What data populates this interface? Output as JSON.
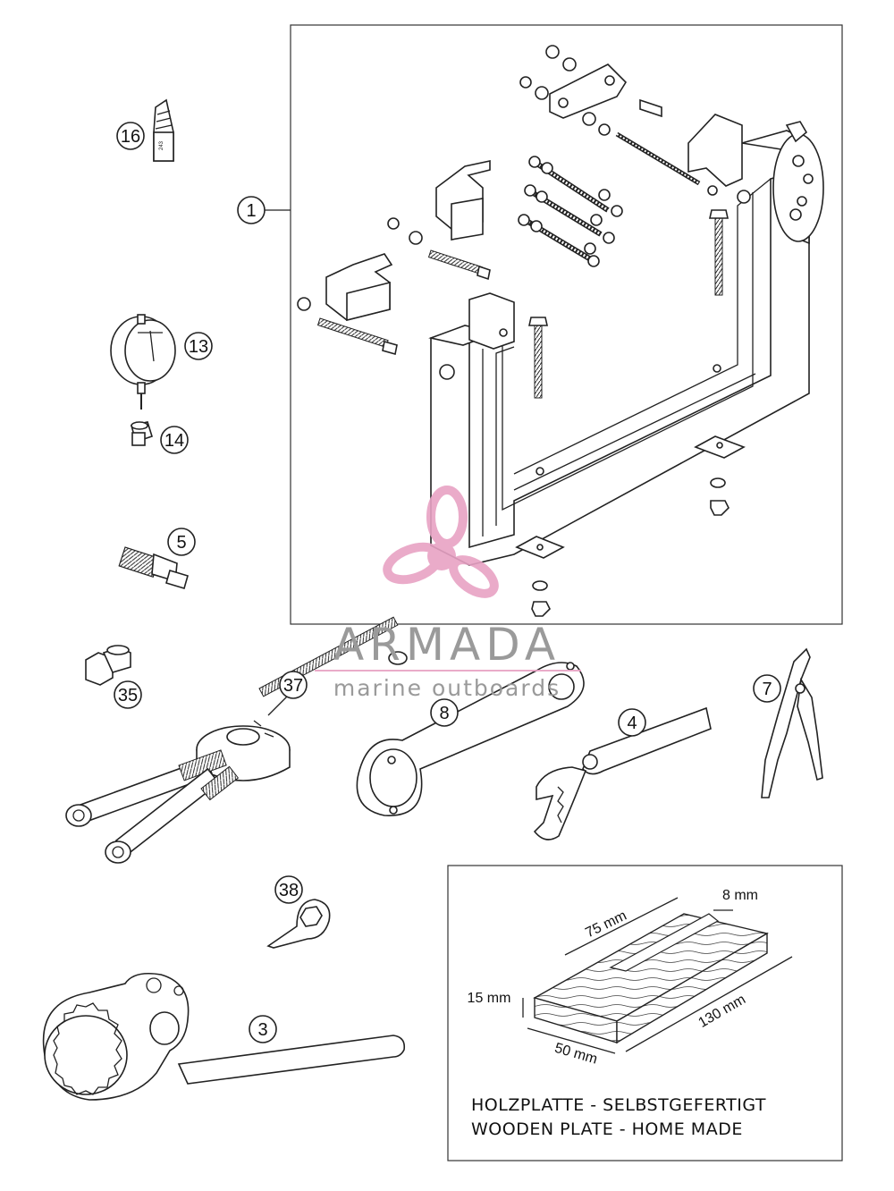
{
  "callouts": {
    "c1": "1",
    "c3": "3",
    "c4": "4",
    "c5": "5",
    "c7": "7",
    "c8": "8",
    "c13": "13",
    "c14": "14",
    "c16": "16",
    "c35": "35",
    "c37": "37",
    "c38": "38"
  },
  "wooden_plate": {
    "dim_length": "130 mm",
    "dim_width": "50 mm",
    "dim_thickness": "15 mm",
    "dim_slot_offset": "75 mm",
    "dim_slot_width": "8 mm",
    "note_de": "HOLZPLATTE - SELBSTGEFERTIGT",
    "note_en": "WOODEN PLATE - HOME MADE"
  },
  "watermark": {
    "brand": "ARMADA",
    "tagline": "marine outboards",
    "logo_color": "#e8a2c4",
    "text_color": "#9a9a9a"
  },
  "icons": [
    "engine-stand-icon",
    "loctite-bottle-icon",
    "dial-gauge-icon",
    "gauge-adapter-icon",
    "puller-bolt-icon",
    "nut-socket-icon",
    "clutch-holder-icon",
    "pin-spanner-icon",
    "hook-wrench-icon",
    "circlip-pliers-icon",
    "lock-plate-icon",
    "holding-wrench-icon",
    "wooden-plate-icon"
  ]
}
